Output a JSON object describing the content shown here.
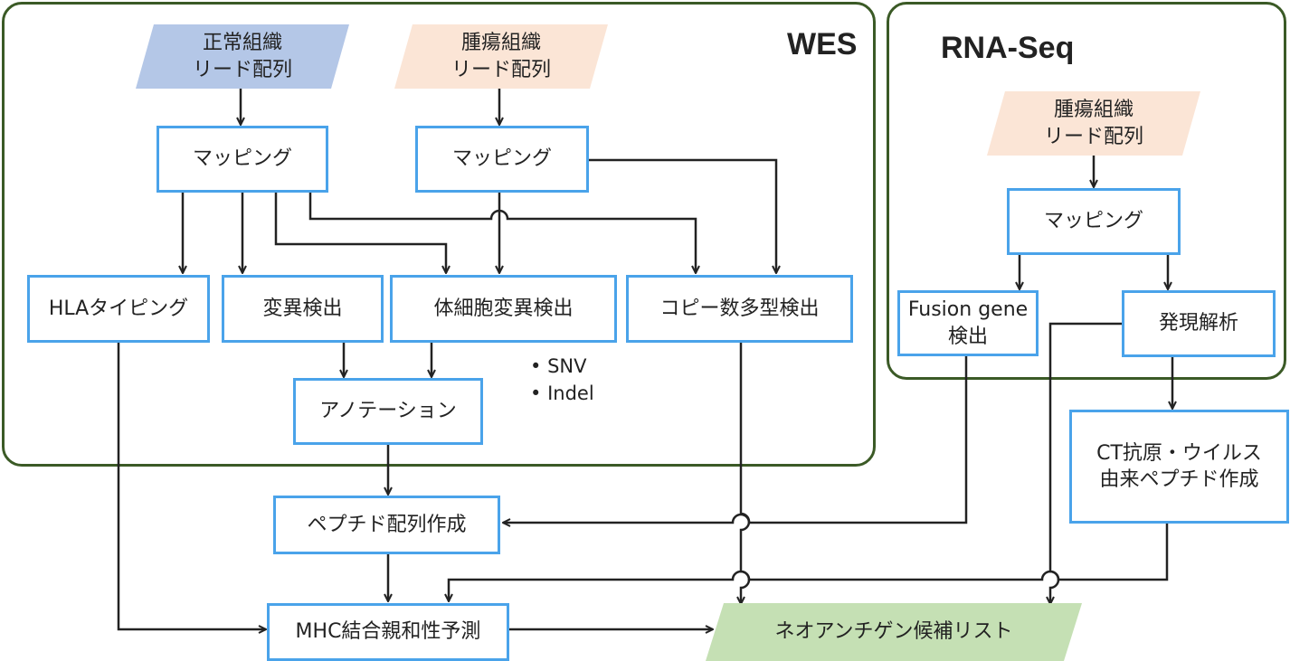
{
  "groups": {
    "wes": {
      "title": "WES"
    },
    "rnaseq": {
      "title": "RNA-Seq"
    }
  },
  "inputs": {
    "normal_reads": "正常組織\nリード配列",
    "tumor_reads_wes": "腫瘍組織\nリード配列",
    "tumor_reads_rna": "腫瘍組織\nリード配列"
  },
  "nodes": {
    "mapping_normal": "マッピング",
    "mapping_tumor": "マッピング",
    "hla_typing": "HLAタイピング",
    "variant_detection": "変異検出",
    "somatic_variant_detection": "体細胞変異検出",
    "copy_number_detection": "コピー数多型検出",
    "annotation": "アノテーション",
    "peptide_sequence": "ペプチド配列作成",
    "mhc_binding": "MHC結合親和性予測",
    "mapping_rna": "マッピング",
    "fusion_gene": "Fusion gene\n検出",
    "expression_analysis": "発現解析",
    "ct_antigen": "CT抗原・ウイルス\n由来ペプチド作成"
  },
  "somatic_types": [
    "SNV",
    "Indel"
  ],
  "output": {
    "neoantigen_list": "ネオアンチゲン候補リスト"
  },
  "colors": {
    "group_border": "#3b5a26",
    "box_border": "#4aa3ea",
    "normal_fill": "#b4c7e7",
    "tumor_fill": "#fbe5d6",
    "output_fill": "#c5e0b4",
    "arrow": "#222222"
  }
}
